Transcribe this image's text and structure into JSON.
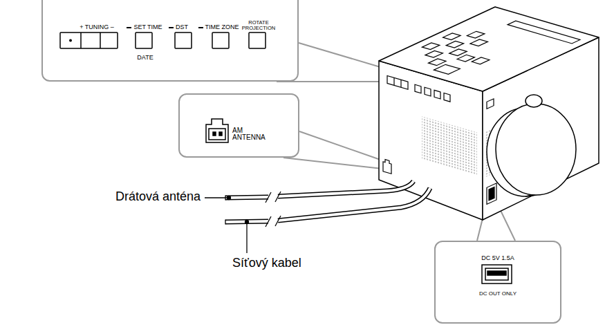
{
  "diagram": {
    "nodes": [
      {
        "text": [
          "+ TUNING –",
          "SET TIME",
          "DATE",
          "DST",
          "TIME ZONE",
          "ROTATE PROJECTION"
        ]
      },
      {
        "text": [
          "AM ANTENNA"
        ]
      },
      {
        "text": [
          "DC 5V 1.5A",
          "DC OUT ONLY"
        ]
      }
    ],
    "labels": [
      "Drátová anténa",
      "Síťový kabel"
    ]
  }
}
